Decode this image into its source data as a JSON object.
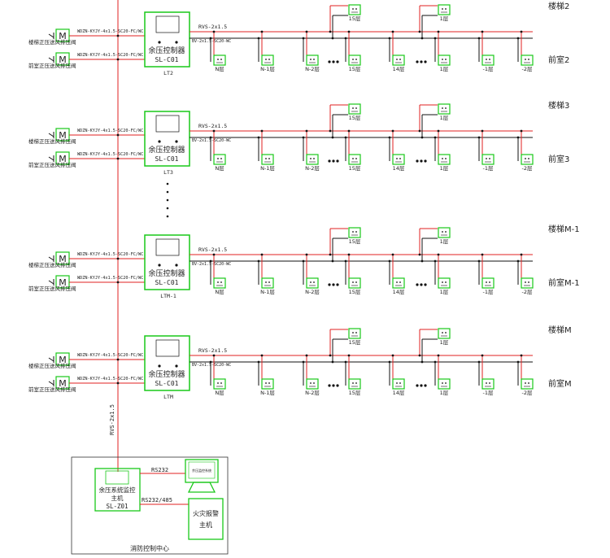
{
  "colors": {
    "red": "#e02020",
    "black": "#111111",
    "green": "#19c819",
    "text": "#222222"
  },
  "main_cable_label": "RVS-2x1.5",
  "fan_cable": "WDZN-KYJY-4x1.5-SC20-FC/WC",
  "fan_labels": [
    "楼梯正压送风排压阀",
    "前室正压送风排压阀"
  ],
  "controller_name": "余压控制器",
  "controller_model": "SL-C01",
  "bus_label": "RVS-2x1.5",
  "bus_label2": "BV-2x1.5-SC20-WC",
  "sensor_text": "余压",
  "top_floors": [
    "15层",
    "1层"
  ],
  "bottom_floors": [
    "N层",
    "N-1层",
    "N-2层",
    "15层",
    "14层",
    "1层",
    "-1层",
    "-2层"
  ],
  "sections": [
    {
      "stair": "楼梯2",
      "front": "前室2",
      "id": "LT2"
    },
    {
      "stair": "楼梯3",
      "front": "前室3",
      "id": "LT3"
    },
    {
      "stair": "楼梯M-1",
      "front": "前室M-1",
      "id": "LTM-1"
    },
    {
      "stair": "楼梯M",
      "front": "前室M",
      "id": "LTM"
    }
  ],
  "center": {
    "host_lines": [
      "余压系统监控",
      "主机",
      "SL-Z01"
    ],
    "rs232": "RS232",
    "rs485": "RS232/485",
    "monitor_text": "余压监控系统",
    "fire_lines": [
      "火灾报警",
      "主机"
    ],
    "title": "消防控制中心"
  }
}
